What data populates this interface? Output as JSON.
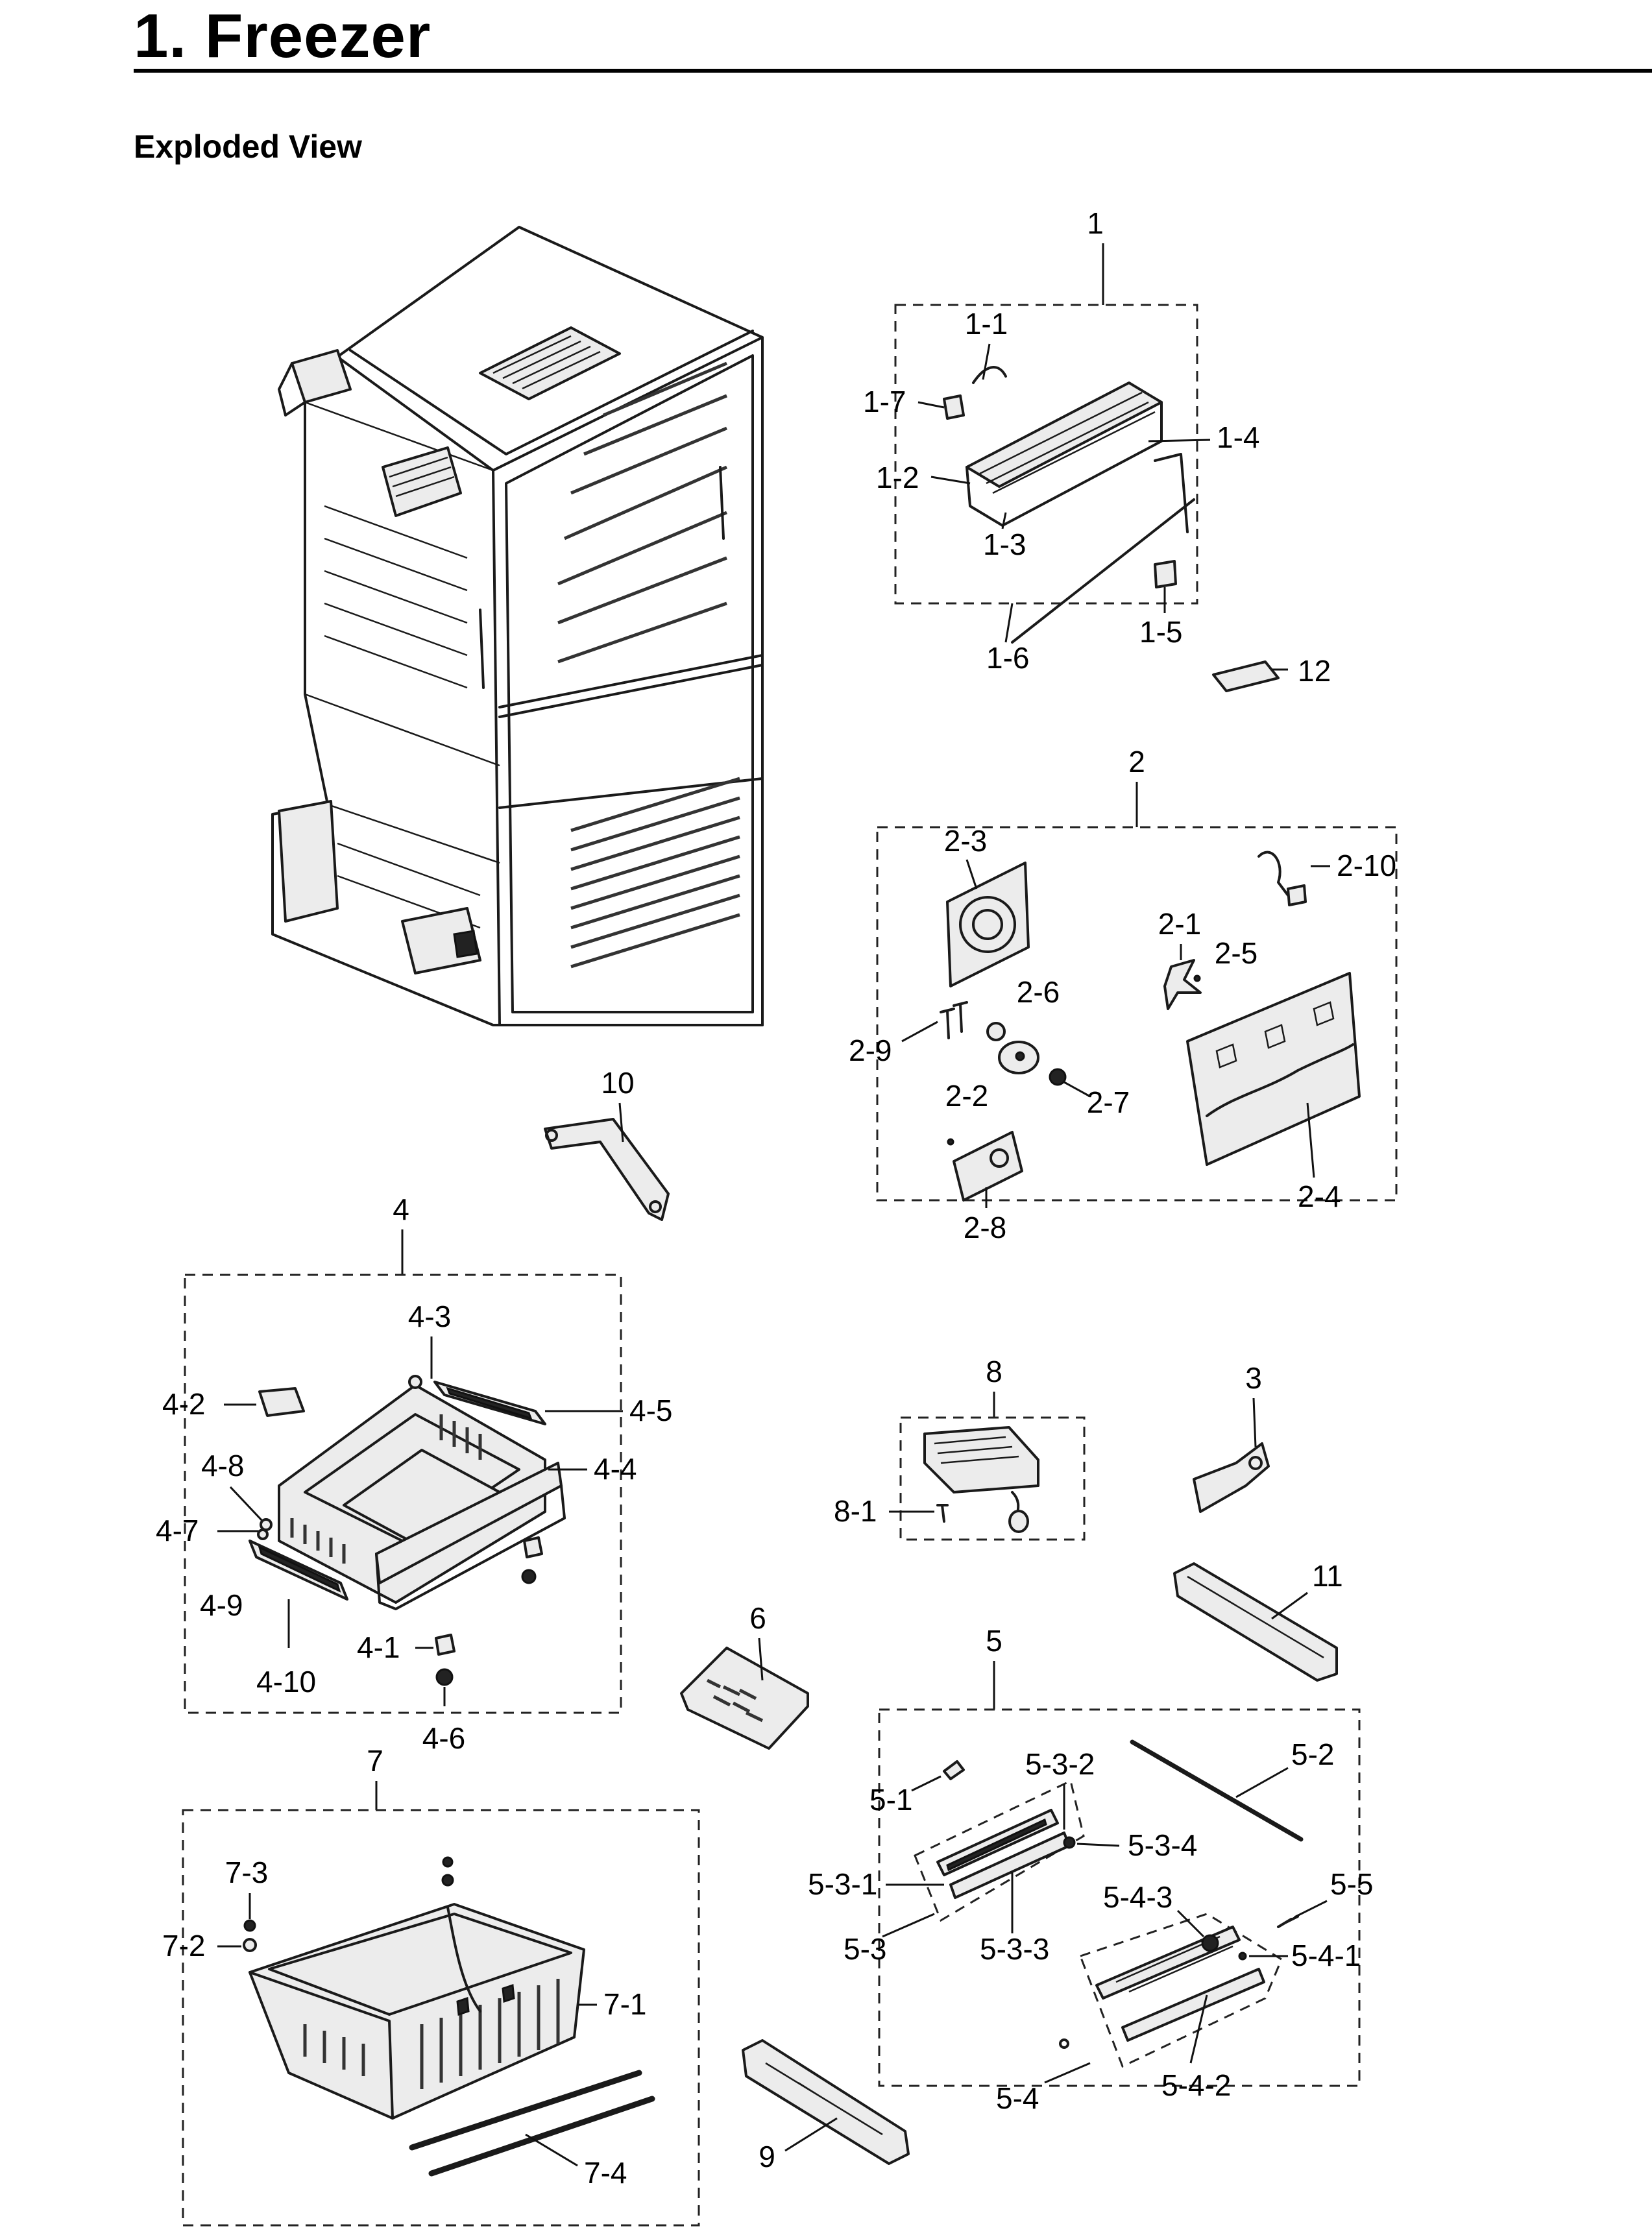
{
  "header": {
    "title": "1.  Freezer",
    "subtitle": "Exploded View"
  },
  "callouts": {
    "g1": "1",
    "g1_1": "1-1",
    "g1_2": "1-2",
    "g1_3": "1-3",
    "g1_4": "1-4",
    "g1_5": "1-5",
    "g1_6": "1-6",
    "g1_7": "1-7",
    "g12": "12",
    "g2": "2",
    "g2_1": "2-1",
    "g2_2": "2-2",
    "g2_3": "2-3",
    "g2_4": "2-4",
    "g2_5": "2-5",
    "g2_6": "2-6",
    "g2_7": "2-7",
    "g2_8": "2-8",
    "g2_9": "2-9",
    "g2_10": "2-10",
    "g10": "10",
    "g4": "4",
    "g4_1": "4-1",
    "g4_2": "4-2",
    "g4_3": "4-3",
    "g4_4": "4-4",
    "g4_5": "4-5",
    "g4_6": "4-6",
    "g4_7": "4-7",
    "g4_8": "4-8",
    "g4_9": "4-9",
    "g4_10": "4-10",
    "g8": "8",
    "g8_1": "8-1",
    "g3": "3",
    "g11": "11",
    "g6": "6",
    "g5": "5",
    "g5_1": "5-1",
    "g5_2": "5-2",
    "g5_3": "5-3",
    "g5_3_1": "5-3-1",
    "g5_3_2": "5-3-2",
    "g5_3_3": "5-3-3",
    "g5_3_4": "5-3-4",
    "g5_4": "5-4",
    "g5_4_1": "5-4-1",
    "g5_4_2": "5-4-2",
    "g5_4_3": "5-4-3",
    "g5_5": "5-5",
    "g7": "7",
    "g7_1": "7-1",
    "g7_2": "7-2",
    "g7_3": "7-3",
    "g7_4": "7-4",
    "g9": "9"
  }
}
